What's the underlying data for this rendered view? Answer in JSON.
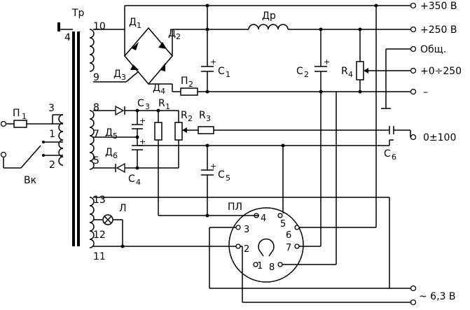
{
  "transformer": {
    "label": "Тр",
    "pins": [
      "4",
      "10",
      "9",
      "8",
      "7",
      "5",
      "13",
      "12",
      "11",
      "3",
      "1",
      "2"
    ]
  },
  "fuses": {
    "primary": "П",
    "primary_sub": "1",
    "secondary": "П",
    "secondary_sub": "2"
  },
  "switch": {
    "label": "Вк"
  },
  "bridge": {
    "d1": "Д",
    "d1s": "1",
    "d2": "Д",
    "d2s": "2",
    "d3": "Д",
    "d3s": "3",
    "d4": "Д",
    "d4s": "4"
  },
  "choke": {
    "label": "Др"
  },
  "caps": {
    "c1": "С",
    "c1s": "1",
    "c2": "С",
    "c2s": "2",
    "c3": "С",
    "c3s": "3",
    "c4": "С",
    "c4s": "4",
    "c5": "С",
    "c5s": "5",
    "c6": "С",
    "c6s": "6"
  },
  "resistors": {
    "r1": "R",
    "r1s": "1",
    "r2": "R",
    "r2s": "2",
    "r3": "R",
    "r3s": "3",
    "r4": "R",
    "r4s": "4"
  },
  "diodes_neg": {
    "d5": "Д",
    "d5s": "5",
    "d6": "Д",
    "d6s": "6"
  },
  "lamp": {
    "label": "Л"
  },
  "socket": {
    "label": "ПЛ",
    "pins": [
      "1",
      "2",
      "3",
      "4",
      "5",
      "6",
      "7",
      "8"
    ]
  },
  "outputs": {
    "v350": "+350 В",
    "v250": "+250 В",
    "common": "Общ.",
    "adj": "+0÷250",
    "minus": "–",
    "bias": "0±100",
    "heater": "~ 6,3 В"
  }
}
